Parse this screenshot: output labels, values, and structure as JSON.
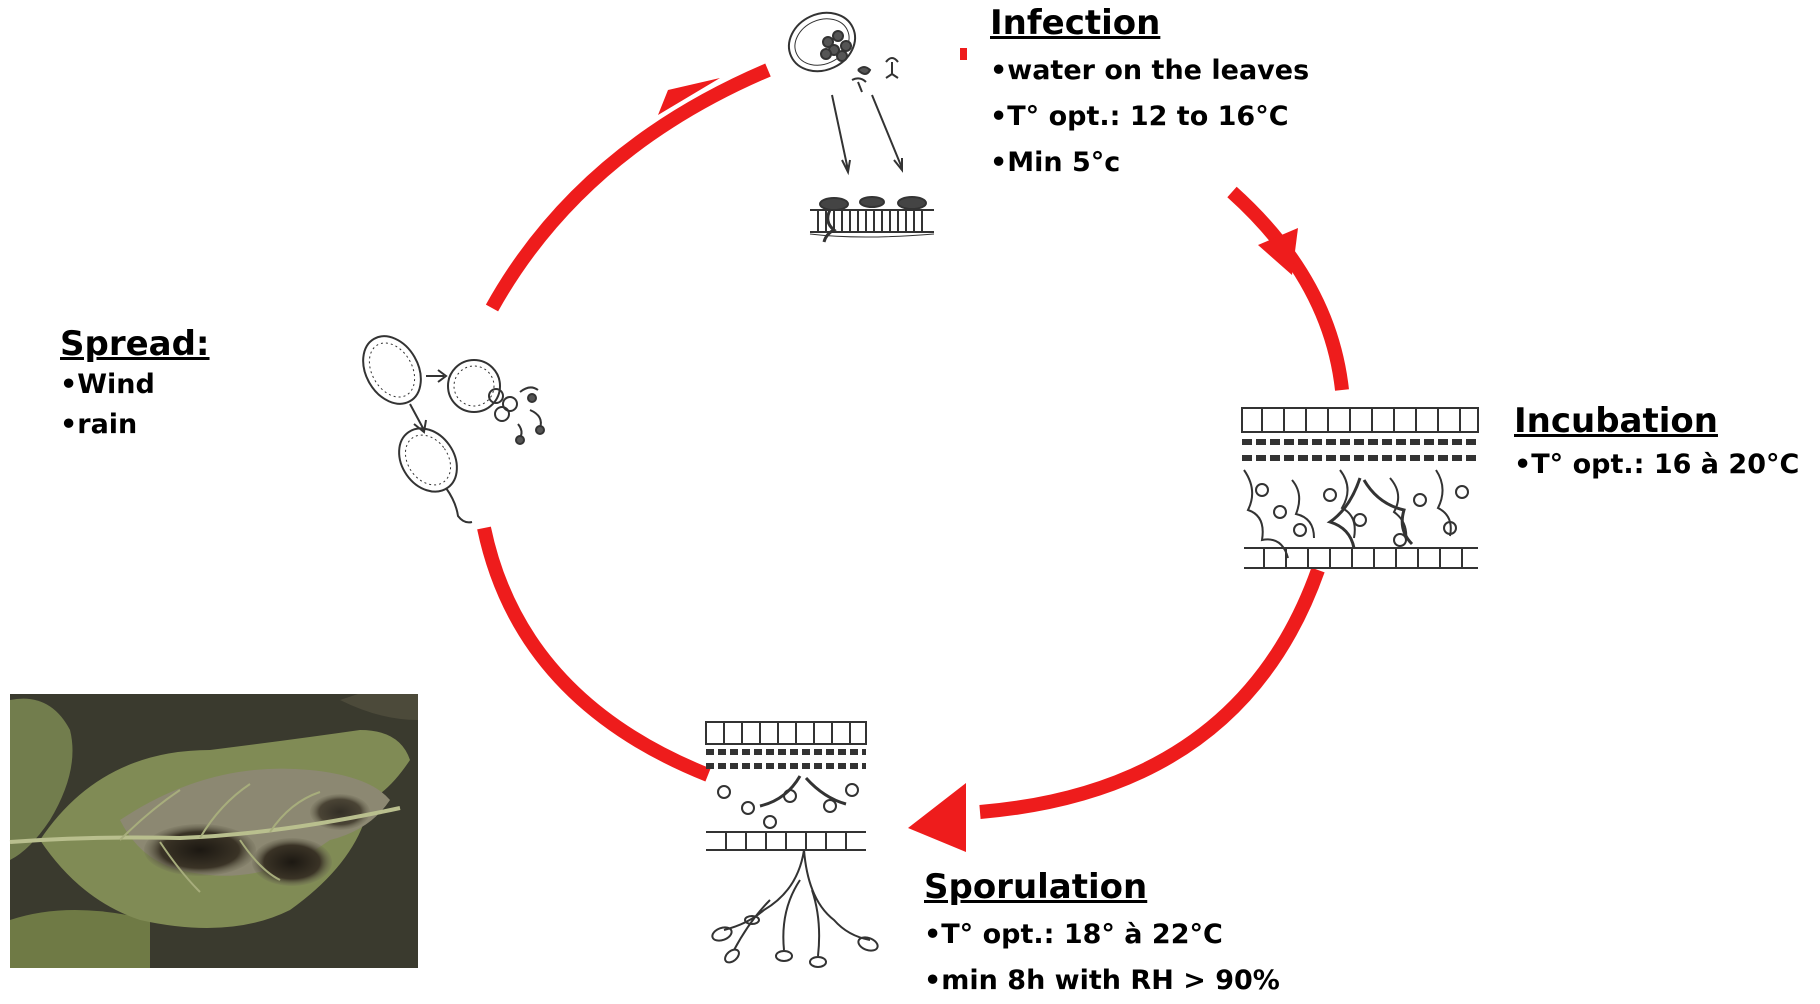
{
  "colors": {
    "cycle_arrow": "#ee1c1c",
    "text": "#000000",
    "sketch": "#333333"
  },
  "stages": {
    "infection": {
      "title": "Infection",
      "conditions": [
        "water on the leaves",
        "T° opt.: 12 to 16°C",
        "Min 5°c"
      ],
      "illustration": "spores-germinating-on-leaf-surface"
    },
    "incubation": {
      "title": "Incubation",
      "conditions": [
        "T° opt.: 16 à 20°C"
      ],
      "illustration": "hyphae-inside-leaf-tissue"
    },
    "sporulation": {
      "title": "Sporulation",
      "conditions": [
        "T° opt.: 18° à 22°C",
        "min 8h with RH > 90%"
      ],
      "illustration": "sporangiophores-emerging-from-leaf"
    },
    "spread": {
      "title": "Spread:",
      "conditions": [
        "Wind",
        "rain"
      ],
      "illustration": "sporangia-and-zoospores"
    }
  },
  "photo": {
    "subject": "late-blight-infected-potato-leaf"
  }
}
